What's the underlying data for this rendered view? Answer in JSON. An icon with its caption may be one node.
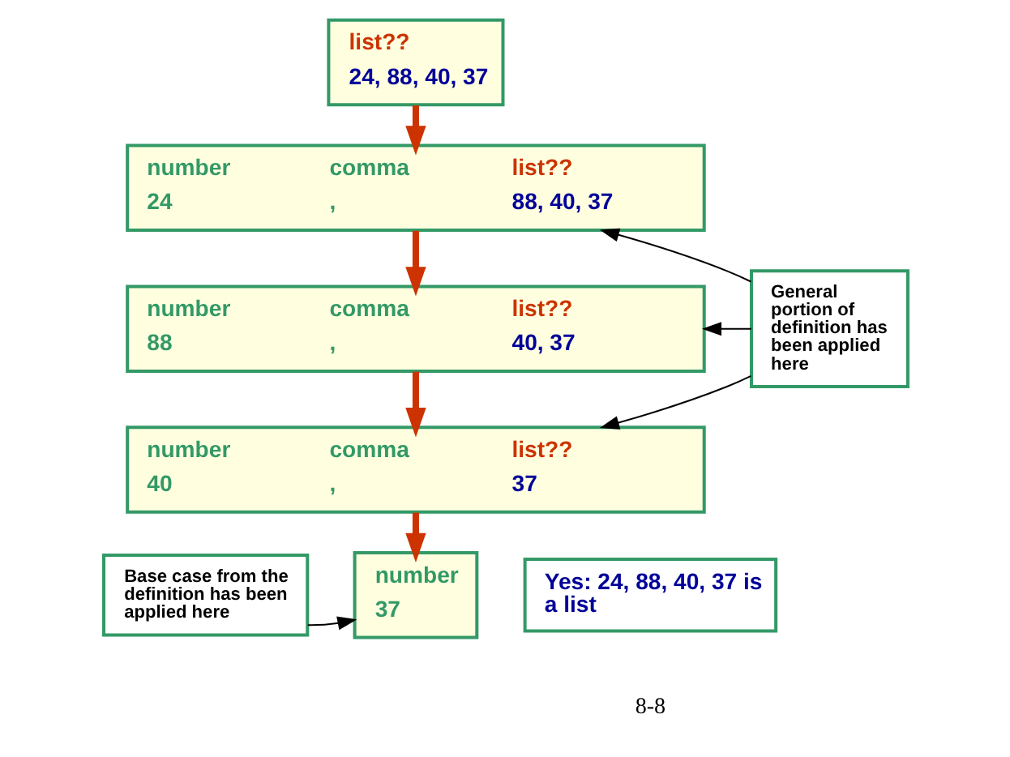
{
  "diagram": {
    "nodes": [
      {
        "text": [
          "list??",
          "24, 88, 40, 37"
        ]
      },
      {
        "text": [
          "number",
          "24",
          "comma",
          ",",
          "list??",
          "88, 40, 37"
        ]
      },
      {
        "text": [
          "number",
          "88",
          "comma",
          ",",
          "list??",
          "40, 37"
        ]
      },
      {
        "text": [
          "number",
          "40",
          "comma",
          ",",
          "list??",
          "37"
        ]
      },
      {
        "text": [
          "number",
          "37"
        ]
      },
      {
        "text": [
          "General portion of definition has been applied here"
        ]
      },
      {
        "text": [
          "Base case from the definition has been applied here"
        ]
      },
      {
        "text": [
          "Yes: 24, 88, 40, 37 is a list"
        ]
      }
    ],
    "edges": [
      {
        "from": 0,
        "to": 1,
        "arrow": "to",
        "style": "thick",
        "color": "#cc3300"
      },
      {
        "from": 1,
        "to": 2,
        "arrow": "to",
        "style": "thick",
        "color": "#cc3300"
      },
      {
        "from": 2,
        "to": 3,
        "arrow": "to",
        "style": "thick",
        "color": "#cc3300"
      },
      {
        "from": 3,
        "to": 4,
        "arrow": "to",
        "style": "thick",
        "color": "#cc3300"
      },
      {
        "from": 5,
        "to": 1,
        "arrow": "to",
        "color": "#000000"
      },
      {
        "from": 5,
        "to": 2,
        "arrow": "to",
        "color": "#000000"
      },
      {
        "from": 5,
        "to": 3,
        "arrow": "to",
        "color": "#000000"
      },
      {
        "from": 6,
        "to": 4,
        "arrow": "to",
        "color": "#000000"
      }
    ],
    "labels": [
      "8-8"
    ]
  }
}
